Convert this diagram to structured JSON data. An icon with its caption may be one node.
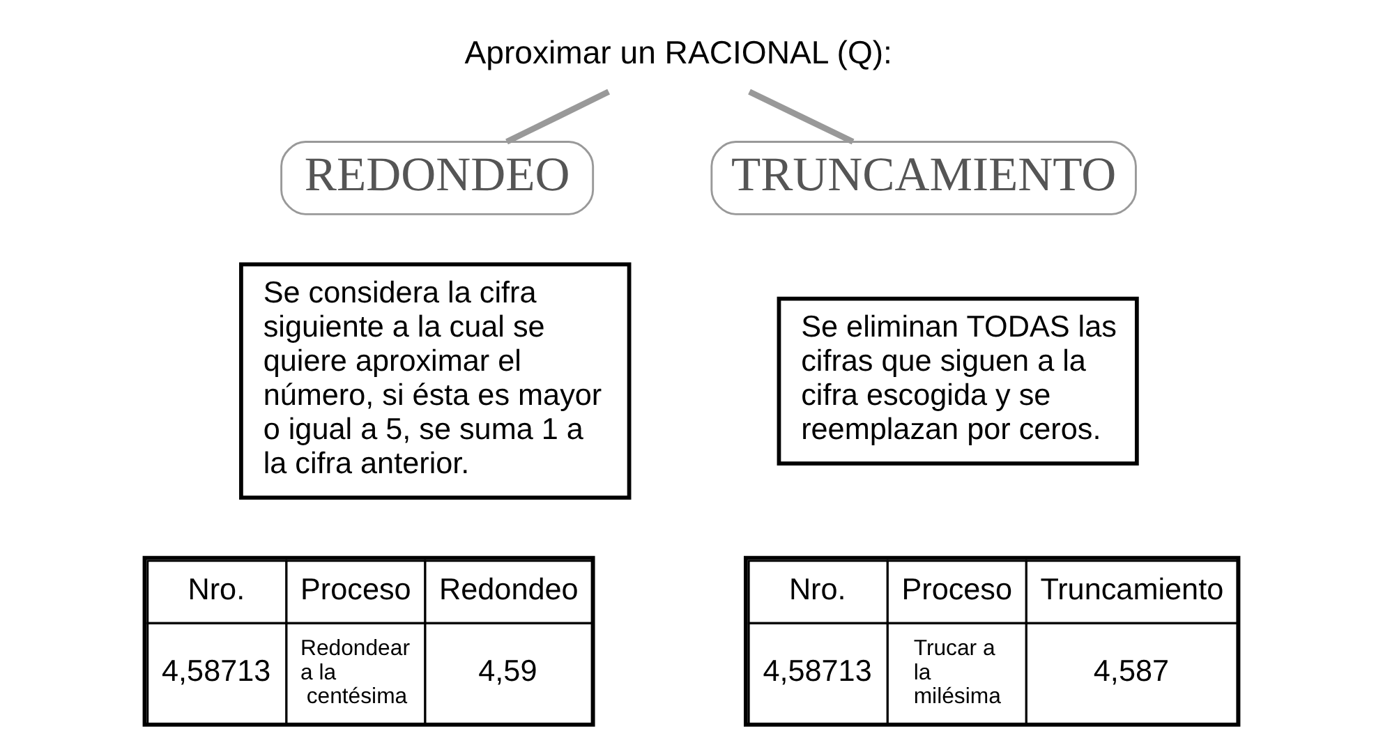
{
  "diagram": {
    "nodes": [
      {
        "text": [
          "Aproximar un RACIONAL (Q):"
        ]
      },
      {
        "text": [
          "REDONDEO"
        ]
      },
      {
        "text": [
          "TRUNCAMIENTO"
        ]
      },
      {
        "text": [
          "Se considera la cifra siguiente a la cual se quiere aproximar el número, si ésta es mayor o igual a 5, se suma 1 a la cifra anterior."
        ]
      },
      {
        "text": [
          "Se eliminan TODAS las cifras que siguen a la cifra escogida y se reemplazan por ceros."
        ]
      }
    ],
    "edges": [
      {
        "from": 0,
        "to": 1,
        "arrow": "none"
      },
      {
        "from": 0,
        "to": 2,
        "arrow": "none"
      }
    ],
    "labels": [
      "Nro.",
      "Proceso",
      "Redondeo",
      "4,58713",
      "Redondear a la centésima",
      "4,59",
      "Nro.",
      "Proceso",
      "Truncamiento",
      "4,58713",
      "Trucar a la milésima",
      "4,587"
    ]
  }
}
